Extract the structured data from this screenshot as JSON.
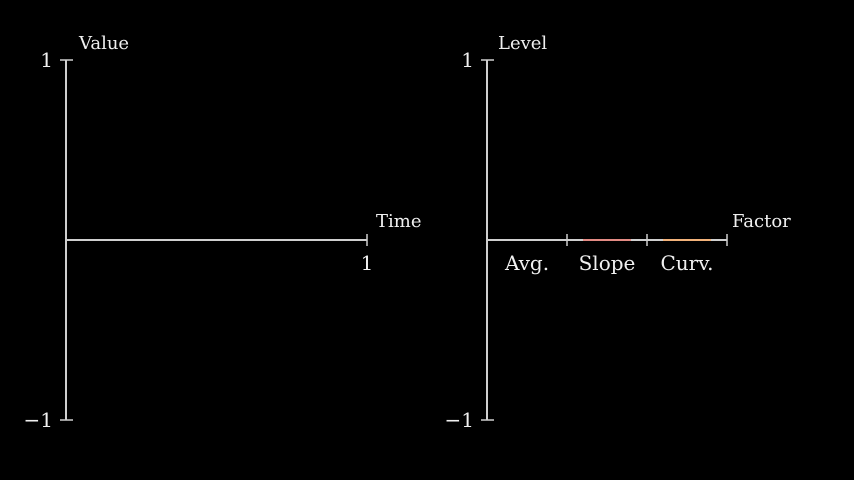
{
  "colors": {
    "background": "#000000",
    "axis": "#cfcfcf",
    "text": "#f0f0f0",
    "bar_slope": "#e38b84",
    "bar_curv": "#f2b27a"
  },
  "chart_data": [
    {
      "type": "line",
      "xlabel": "Time",
      "ylabel": "Value",
      "xlim": [
        0,
        1
      ],
      "ylim": [
        -1,
        1
      ],
      "x_ticks": [
        {
          "value": 1,
          "label": "1"
        }
      ],
      "y_ticks": [
        {
          "value": 1,
          "label": "1"
        },
        {
          "value": -1,
          "label": "−1"
        }
      ],
      "series": []
    },
    {
      "type": "bar",
      "xlabel": "Factor",
      "ylabel": "Level",
      "ylim": [
        -1,
        1
      ],
      "y_ticks": [
        {
          "value": 1,
          "label": "1"
        },
        {
          "value": -1,
          "label": "−1"
        }
      ],
      "categories": [
        "Avg.",
        "Slope",
        "Curv."
      ],
      "values": [
        0,
        0,
        0
      ],
      "bar_colors": [
        "#cfcfcf",
        "#e38b84",
        "#f2b27a"
      ]
    }
  ]
}
